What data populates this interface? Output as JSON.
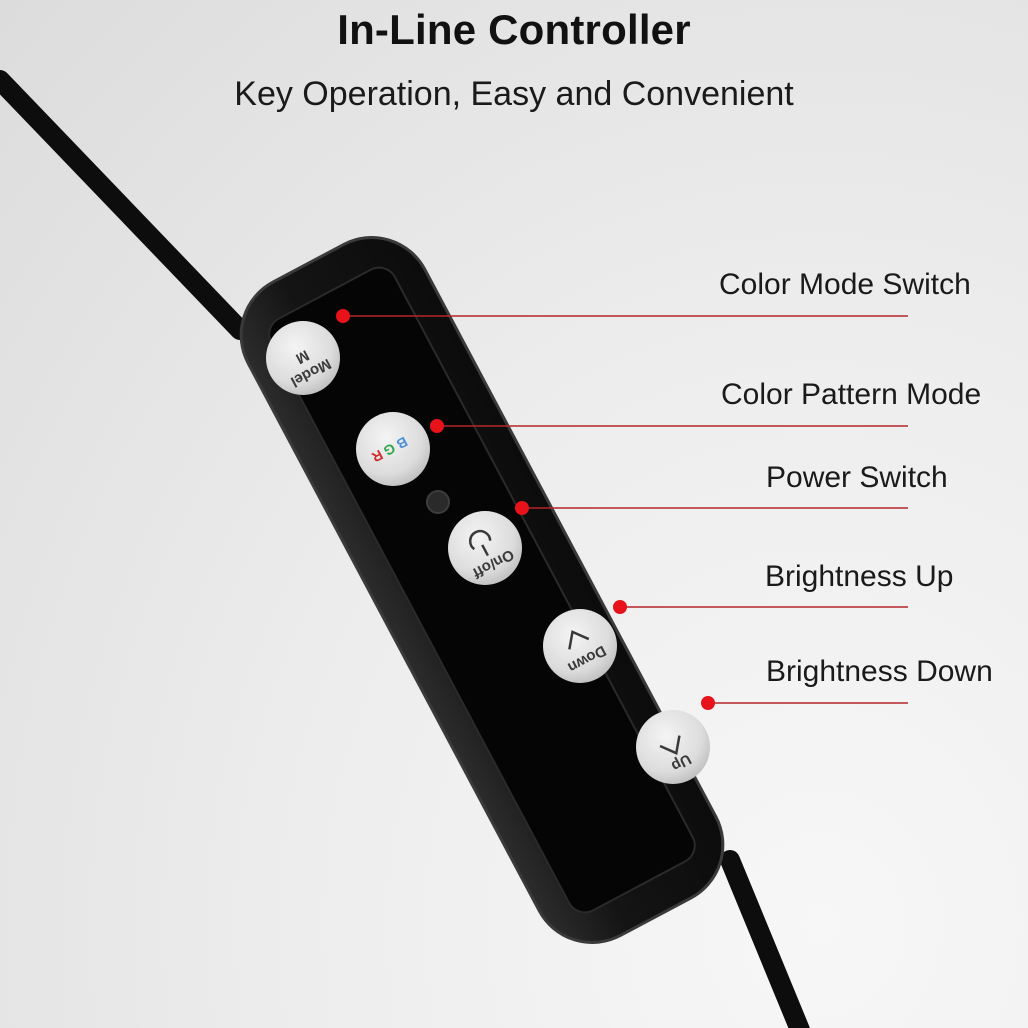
{
  "header": {
    "title": "In-Line Controller",
    "subtitle": "Key Operation, Easy and Convenient"
  },
  "callouts": [
    {
      "label": "Color Mode Switch"
    },
    {
      "label": "Color Pattern Mode"
    },
    {
      "label": "Power Switch"
    },
    {
      "label": "Brightness Up"
    },
    {
      "label": "Brightness Down"
    }
  ],
  "buttons": {
    "model": {
      "glyph": "M",
      "text": "Model"
    },
    "rgb": {
      "text_r": "R",
      "text_g": "G",
      "text_b": "B"
    },
    "power": {
      "text": "On/off"
    },
    "down": {
      "text": "Down"
    },
    "up": {
      "text": "Up"
    }
  },
  "colors": {
    "leader_line": "#b3262b",
    "leader_dot": "#e8121b",
    "controller_body": "#161616",
    "button_face": "#e2e2e2"
  }
}
